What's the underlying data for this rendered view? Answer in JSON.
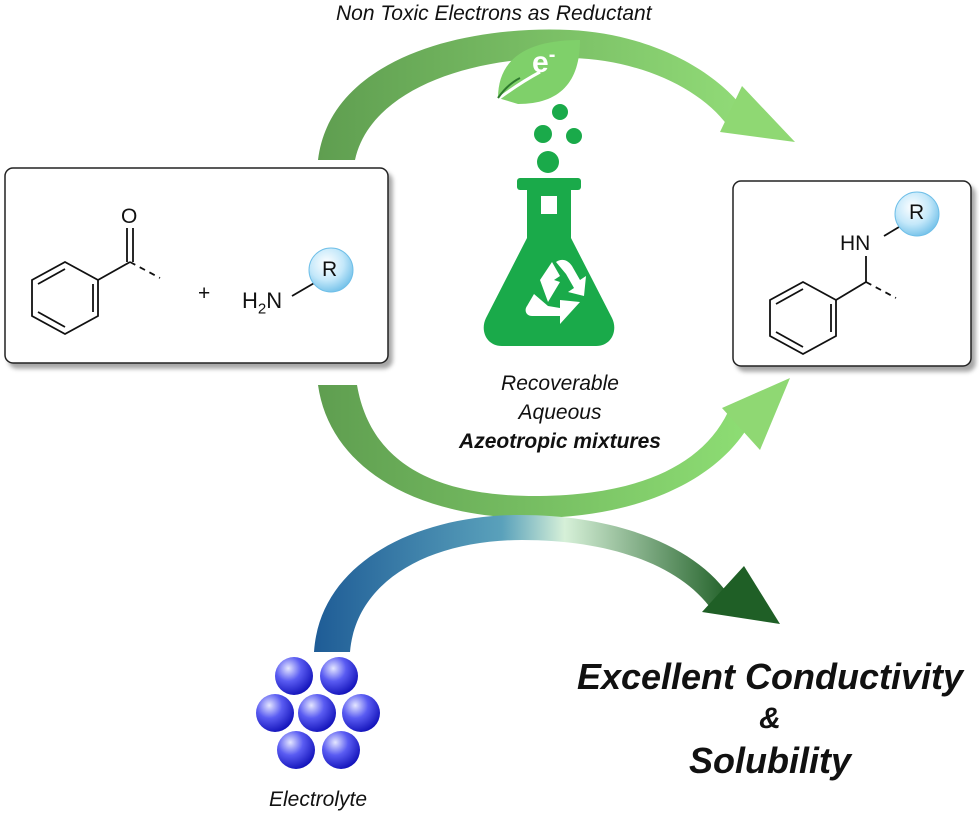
{
  "top_label": "Non Toxic Electrons as Reductant",
  "leaf_symbol": "e",
  "leaf_charge": "-",
  "reactant": {
    "carbonyl_atom": "O",
    "plus": "+",
    "amine_h": "H",
    "amine_sub": "2",
    "amine_n": "N",
    "r_group": "R"
  },
  "product": {
    "hn": "HN",
    "r_group": "R"
  },
  "solvent": {
    "line1": "Recoverable",
    "line2": "Aqueous",
    "line3": "Azeotropic mixtures"
  },
  "electrolyte_label": "Electrolyte",
  "properties": {
    "line1": "Excellent Conductivity",
    "line2": "&",
    "line3": "Solubility"
  },
  "colors": {
    "arrow_green_dark": "#5a9e4b",
    "arrow_green_light": "#8fd873",
    "flask_green": "#1aaa4a",
    "electrolyte_blue": "#2a6fa5",
    "dark_green": "#2b6a2f",
    "r_circle": "#9fd6f2",
    "sphere_blue": "#2a2ae0"
  }
}
